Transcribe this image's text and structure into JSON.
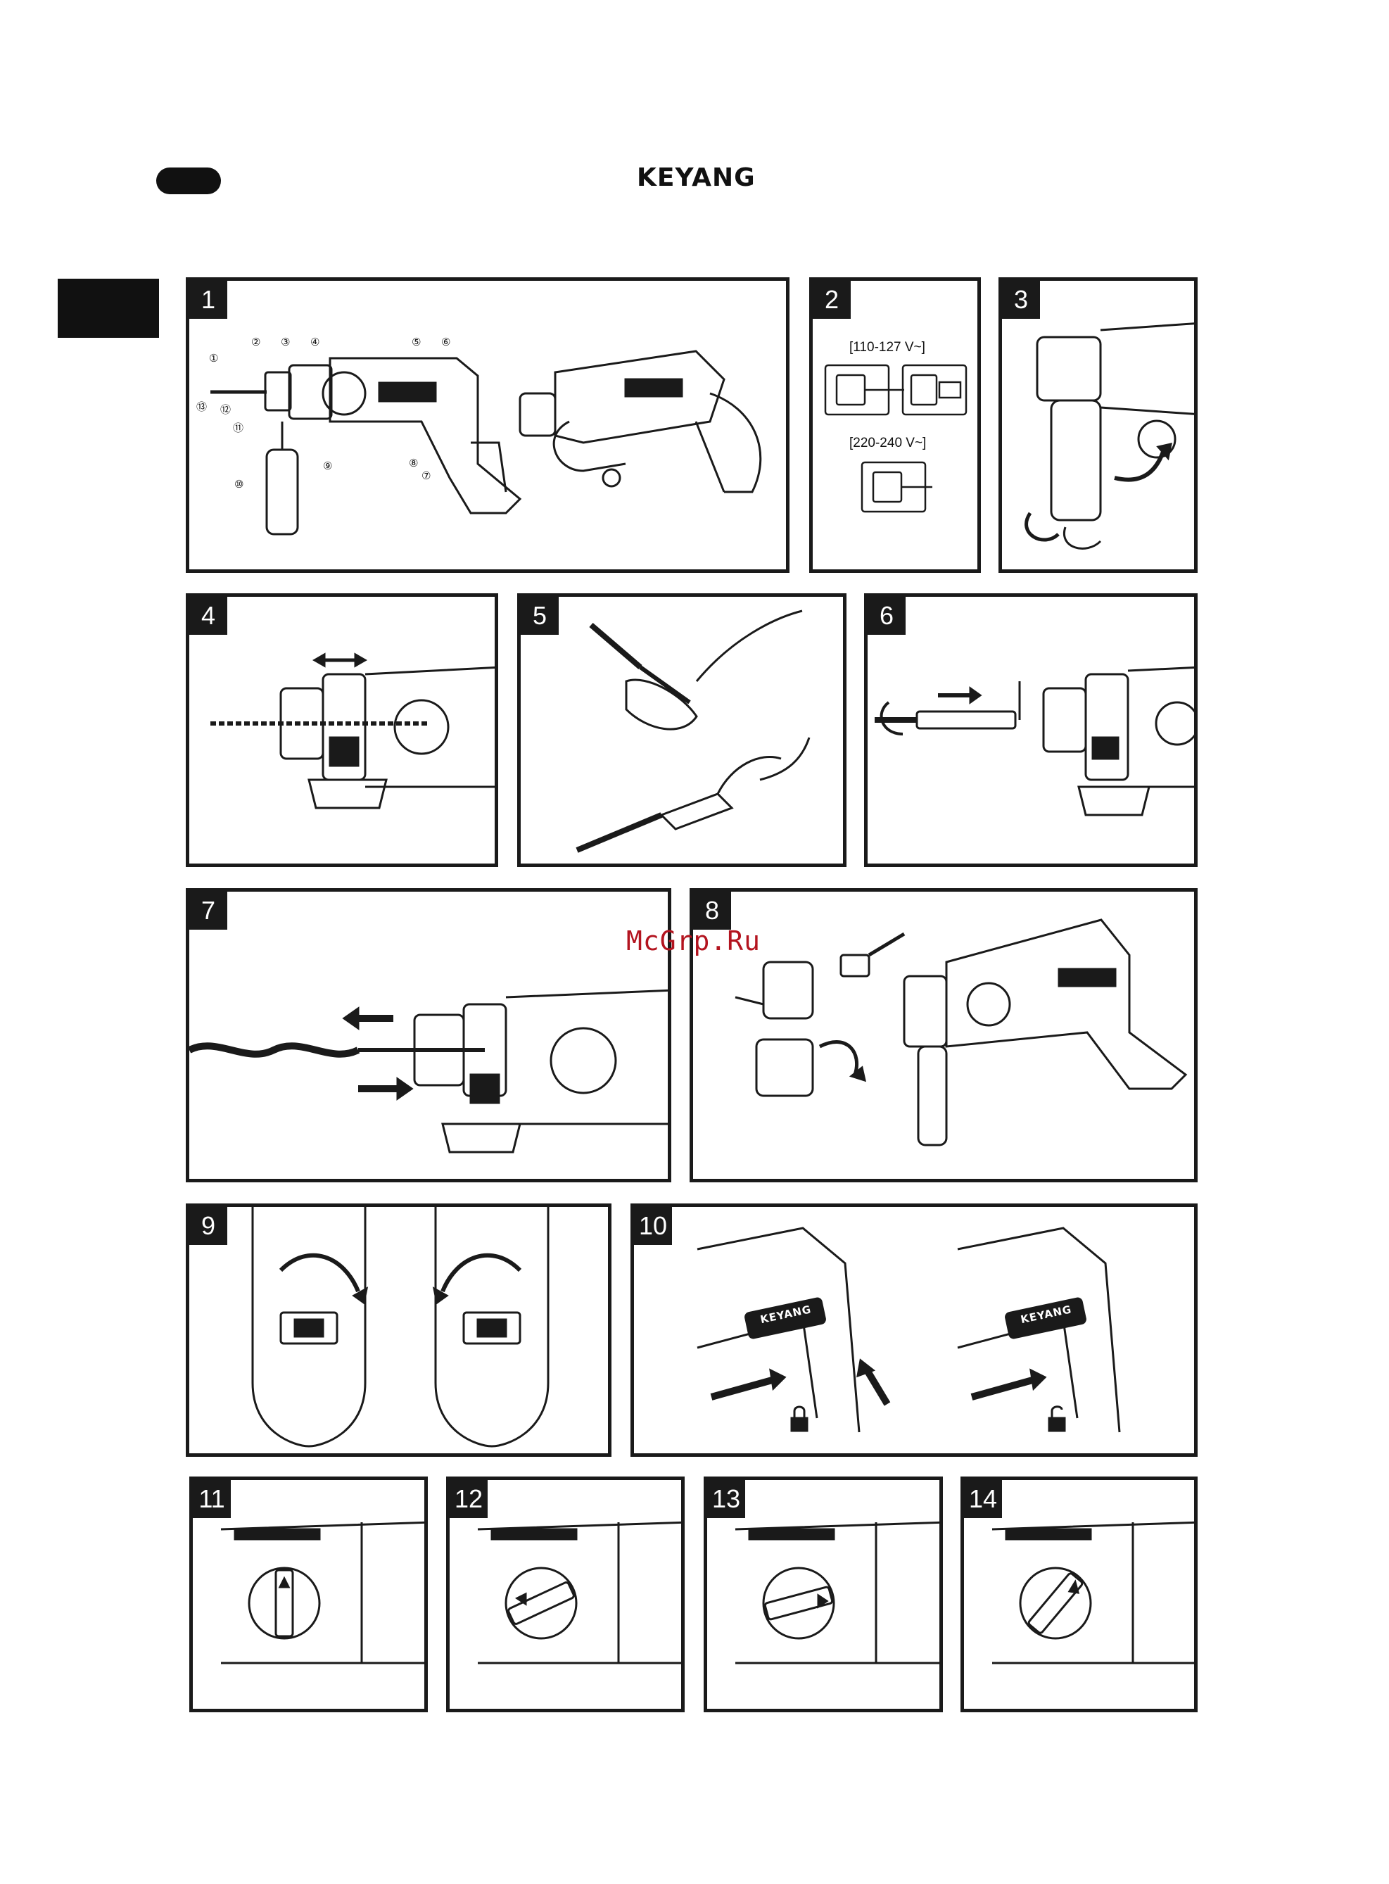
{
  "header": {
    "brand": "KEYANG"
  },
  "watermark": "McGrp.Ru",
  "figures": [
    {
      "number": "1"
    },
    {
      "number": "2",
      "voltage_top": "[110-127 V~]",
      "voltage_bottom": "[220-240 V~]"
    },
    {
      "number": "3"
    },
    {
      "number": "4"
    },
    {
      "number": "5"
    },
    {
      "number": "6"
    },
    {
      "number": "7"
    },
    {
      "number": "8"
    },
    {
      "number": "9"
    },
    {
      "number": "10"
    },
    {
      "number": "11"
    },
    {
      "number": "12"
    },
    {
      "number": "13"
    },
    {
      "number": "14"
    }
  ],
  "figure1_callouts": [
    "①",
    "②",
    "③",
    "④",
    "⑤",
    "⑥",
    "⑦",
    "⑧",
    "⑨",
    "⑩",
    "⑪",
    "⑫",
    "⑬"
  ],
  "tool_logo": "KEYANG",
  "colors": {
    "ink": "#1a1a1a",
    "watermark": "#b3141f"
  }
}
